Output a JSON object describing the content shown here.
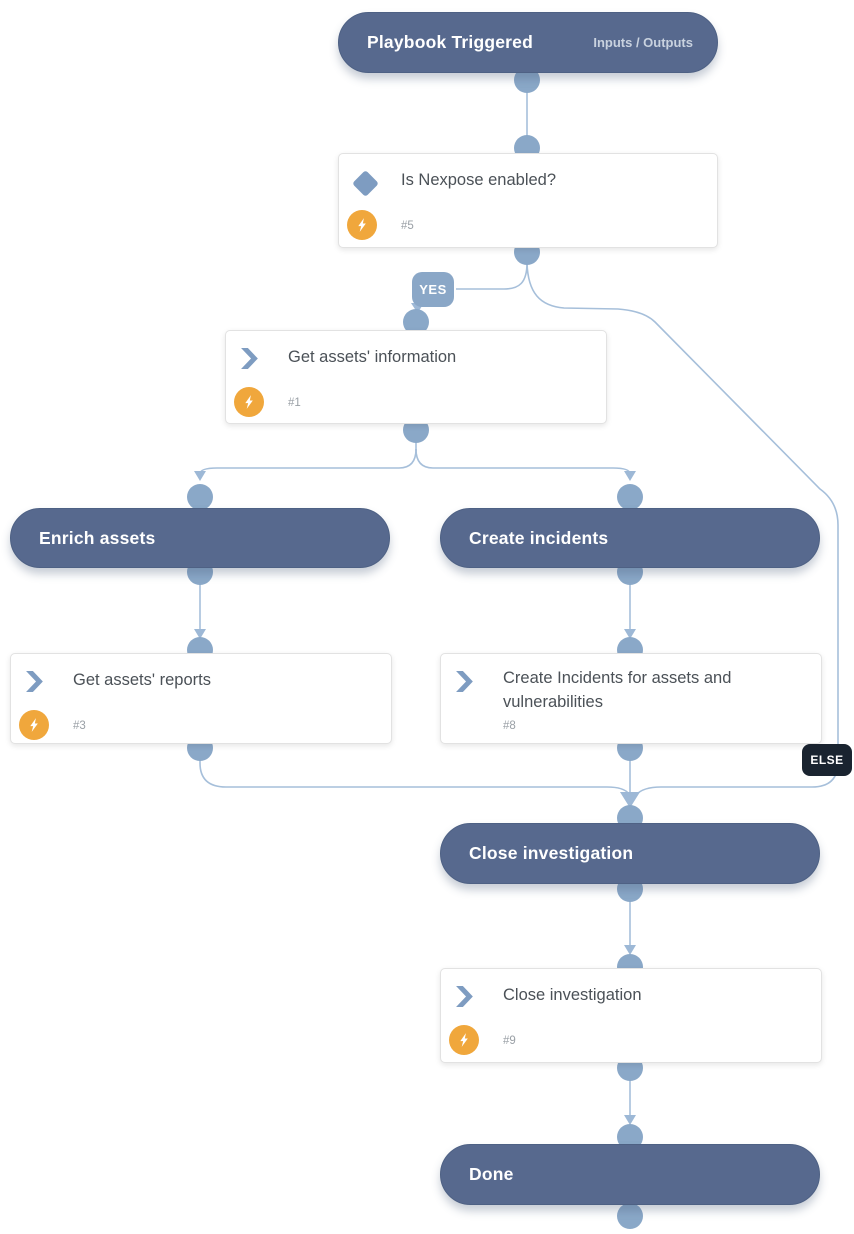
{
  "colors": {
    "canvas_bg": "#ffffff",
    "section_bg": "#57698e",
    "section_border": "#4e6184",
    "section_text": "#ffffff",
    "io_link_text": "#c9d2df",
    "connector": "#a6bfda",
    "port": "#8aa8c8",
    "arrow": "#9db8d6",
    "yes_badge_bg": "#8aa7c7",
    "else_badge_bg": "#1a2430",
    "task_box_bg": "#ffffff",
    "task_box_border": "#e2e2e2",
    "task_title": "#4b5157",
    "task_id": "#9aa0a6",
    "task_icon": "#7e9cc1",
    "automation_bg": "#f0a73c",
    "automation_glyph": "#ffffff"
  },
  "header": {
    "title": "Playbook Triggered",
    "io_link": "Inputs / Outputs"
  },
  "tasks": {
    "condition": {
      "title": "Is Nexpose enabled?",
      "id": "#5"
    },
    "get_assets_info": {
      "title": "Get assets' information",
      "id": "#1"
    },
    "get_assets_reports": {
      "title": "Get assets' reports",
      "id": "#3"
    },
    "create_incidents": {
      "title": "Create Incidents for assets and vulnerabilities",
      "id": "#8"
    },
    "close_investigation": {
      "title": "Close investigation",
      "id": "#9"
    }
  },
  "sections": {
    "enrich_assets": {
      "title": "Enrich assets"
    },
    "create_incidents": {
      "title": "Create incidents"
    },
    "close_investigation": {
      "title": "Close investigation"
    },
    "done": {
      "title": "Done"
    }
  },
  "edge_labels": {
    "yes": "YES",
    "else": "ELSE"
  },
  "icons": {
    "condition": "diamond-condition-icon",
    "task": "chevron-task-icon",
    "automation": "lightning-bolt-icon"
  }
}
